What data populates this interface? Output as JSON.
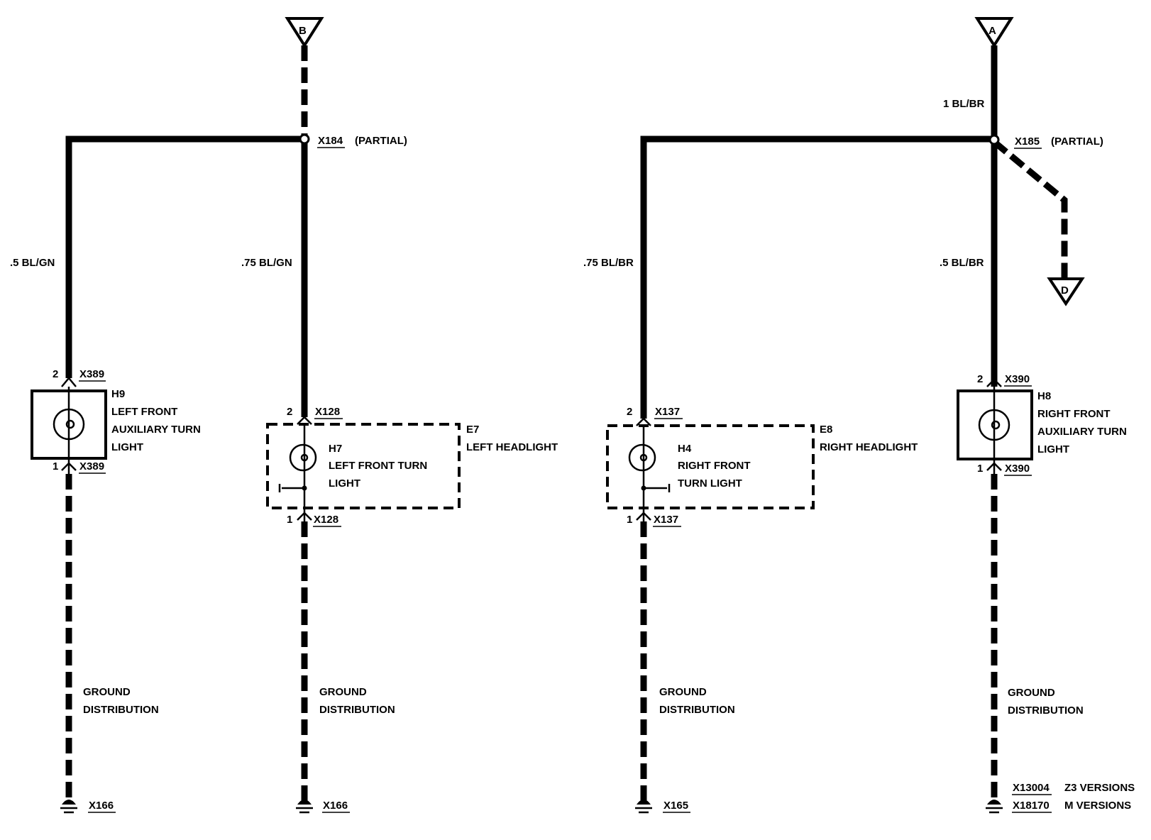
{
  "connectors": {
    "b": "B",
    "a": "A",
    "d": "D"
  },
  "splices": {
    "x184": "X184",
    "x184_note": "(PARTIAL)",
    "x185": "X185",
    "x185_note": "(PARTIAL)"
  },
  "wires": {
    "w1": ".5 BL/GN",
    "w2": ".75 BL/GN",
    "w3": ".75 BL/BR",
    "w4": "1 BL/BR",
    "w5": ".5 BL/BR"
  },
  "h9": {
    "id": "H9",
    "line1": "LEFT FRONT",
    "line2": "AUXILIARY TURN",
    "line3": "LIGHT",
    "pin_top": "2",
    "pin_bottom": "1",
    "conn_top": "X389",
    "conn_bottom": "X389"
  },
  "e7": {
    "id": "E7",
    "label": "LEFT HEADLIGHT",
    "bulb_id": "H7",
    "bulb_line1": "LEFT FRONT TURN",
    "bulb_line2": "LIGHT",
    "pin_top": "2",
    "pin_bottom": "1",
    "conn_top": "X128",
    "conn_bottom": "X128"
  },
  "e8": {
    "id": "E8",
    "label": "RIGHT HEADLIGHT",
    "bulb_id": "H4",
    "bulb_line1": "RIGHT FRONT",
    "bulb_line2": "TURN LIGHT",
    "pin_top": "2",
    "pin_bottom": "1",
    "conn_top": "X137",
    "conn_bottom": "X137"
  },
  "h8": {
    "id": "H8",
    "line1": "RIGHT FRONT",
    "line2": "AUXILIARY TURN",
    "line3": "LIGHT",
    "pin_top": "2",
    "pin_bottom": "1",
    "conn_top": "X390",
    "conn_bottom": "X390"
  },
  "ground": {
    "line1": "GROUND",
    "line2": "DISTRIBUTION",
    "g1": "X166",
    "g2": "X166",
    "g3": "X165",
    "g4a": "X13004",
    "g4a_note": "Z3 VERSIONS",
    "g4b": "X18170",
    "g4b_note": "M VERSIONS"
  }
}
